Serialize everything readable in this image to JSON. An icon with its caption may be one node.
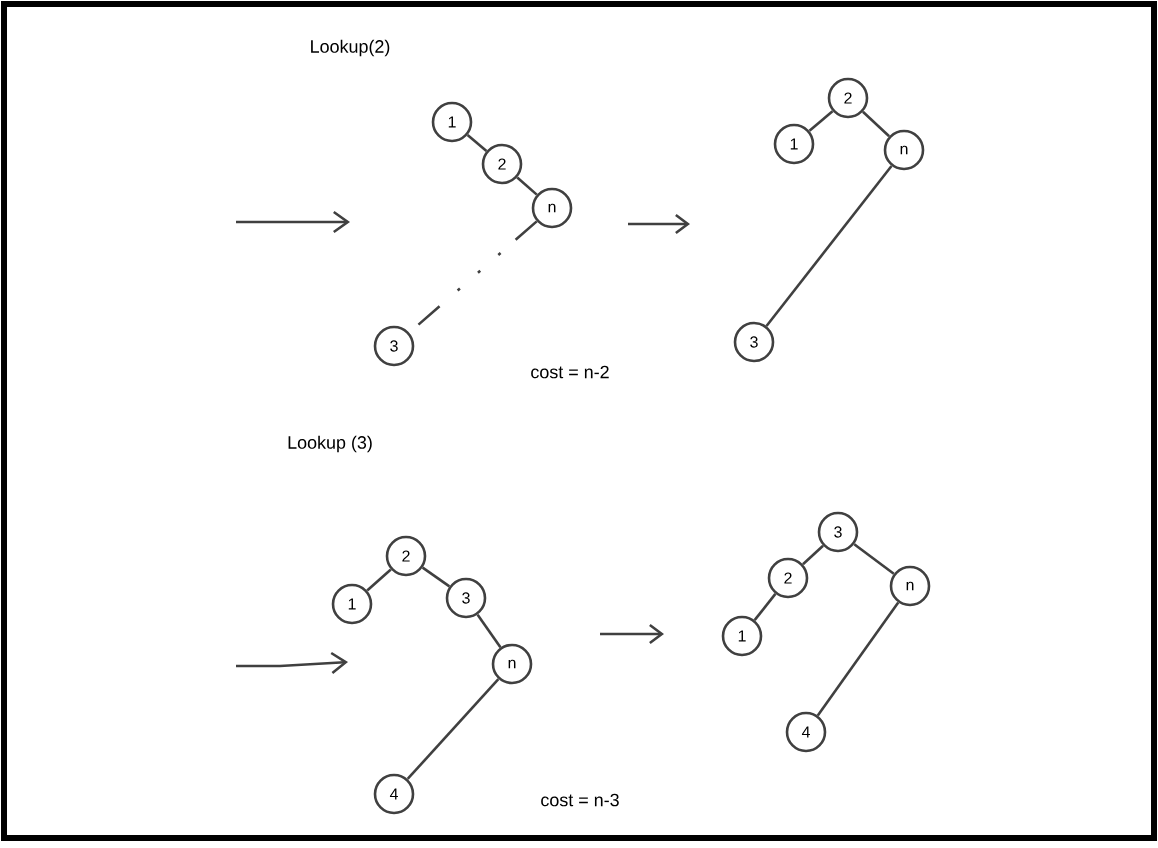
{
  "diagram": {
    "nodes": [
      {
        "text": [
          "1"
        ]
      },
      {
        "text": [
          "2"
        ]
      },
      {
        "text": [
          "n"
        ]
      },
      {
        "text": [
          "3"
        ]
      },
      {
        "text": [
          "2"
        ]
      },
      {
        "text": [
          "1"
        ]
      },
      {
        "text": [
          "n"
        ]
      },
      {
        "text": [
          "3"
        ]
      },
      {
        "text": [
          "2"
        ]
      },
      {
        "text": [
          "1"
        ]
      },
      {
        "text": [
          "3"
        ]
      },
      {
        "text": [
          "n"
        ]
      },
      {
        "text": [
          "4"
        ]
      },
      {
        "text": [
          "3"
        ]
      },
      {
        "text": [
          "2"
        ]
      },
      {
        "text": [
          "n"
        ]
      },
      {
        "text": [
          "1"
        ]
      },
      {
        "text": [
          "4"
        ]
      }
    ],
    "edges": [
      {
        "from": 0,
        "to": 1,
        "arrow": "none"
      },
      {
        "from": 1,
        "to": 2,
        "arrow": "none"
      },
      {
        "from": 2,
        "to": 3,
        "arrow": "none",
        "style": "dashed"
      },
      {
        "from": 4,
        "to": 5,
        "arrow": "none"
      },
      {
        "from": 4,
        "to": 6,
        "arrow": "none"
      },
      {
        "from": 6,
        "to": 7,
        "arrow": "none"
      },
      {
        "from": 8,
        "to": 9,
        "arrow": "none"
      },
      {
        "from": 8,
        "to": 10,
        "arrow": "none"
      },
      {
        "from": 10,
        "to": 11,
        "arrow": "none"
      },
      {
        "from": 11,
        "to": 12,
        "arrow": "none"
      },
      {
        "from": 13,
        "to": 14,
        "arrow": "none"
      },
      {
        "from": 13,
        "to": 15,
        "arrow": "none"
      },
      {
        "from": 14,
        "to": 16,
        "arrow": "none"
      },
      {
        "from": 15,
        "to": 17,
        "arrow": "none"
      }
    ],
    "labels": [
      "Lookup(2)",
      "cost = n-2",
      "Lookup (3)",
      "cost = n-3"
    ]
  }
}
